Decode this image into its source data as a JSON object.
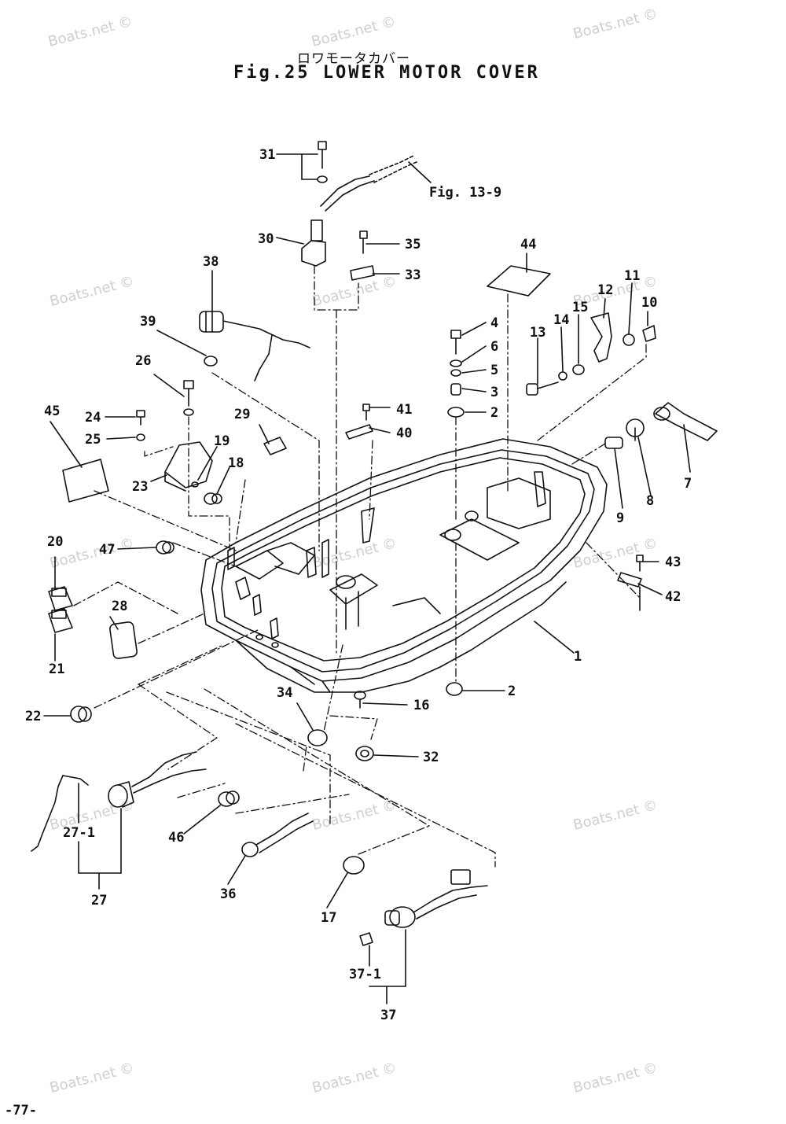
{
  "title": {
    "jp": "ロワモータカバー",
    "en": "Fig.25 LOWER MOTOR COVER"
  },
  "reference": "Fig. 13-9",
  "page_number": "-77-",
  "watermark": "Boats.net ©",
  "part_labels": {
    "p1": "1",
    "p2a": "2",
    "p2b": "2",
    "p3": "3",
    "p4": "4",
    "p5": "5",
    "p6": "6",
    "p7": "7",
    "p8": "8",
    "p9": "9",
    "p10": "10",
    "p11": "11",
    "p12": "12",
    "p13": "13",
    "p14": "14",
    "p15": "15",
    "p16": "16",
    "p17": "17",
    "p18": "18",
    "p19": "19",
    "p20": "20",
    "p21": "21",
    "p22": "22",
    "p23": "23",
    "p24": "24",
    "p25": "25",
    "p26": "26",
    "p27": "27",
    "p27_1": "27-1",
    "p28": "28",
    "p29": "29",
    "p30": "30",
    "p31": "31",
    "p32": "32",
    "p33": "33",
    "p34": "34",
    "p35": "35",
    "p36": "36",
    "p37": "37",
    "p37_1": "37-1",
    "p38": "38",
    "p39": "39",
    "p40": "40",
    "p41": "41",
    "p42": "42",
    "p43": "43",
    "p44": "44",
    "p45": "45",
    "p46": "46",
    "p47": "47"
  }
}
